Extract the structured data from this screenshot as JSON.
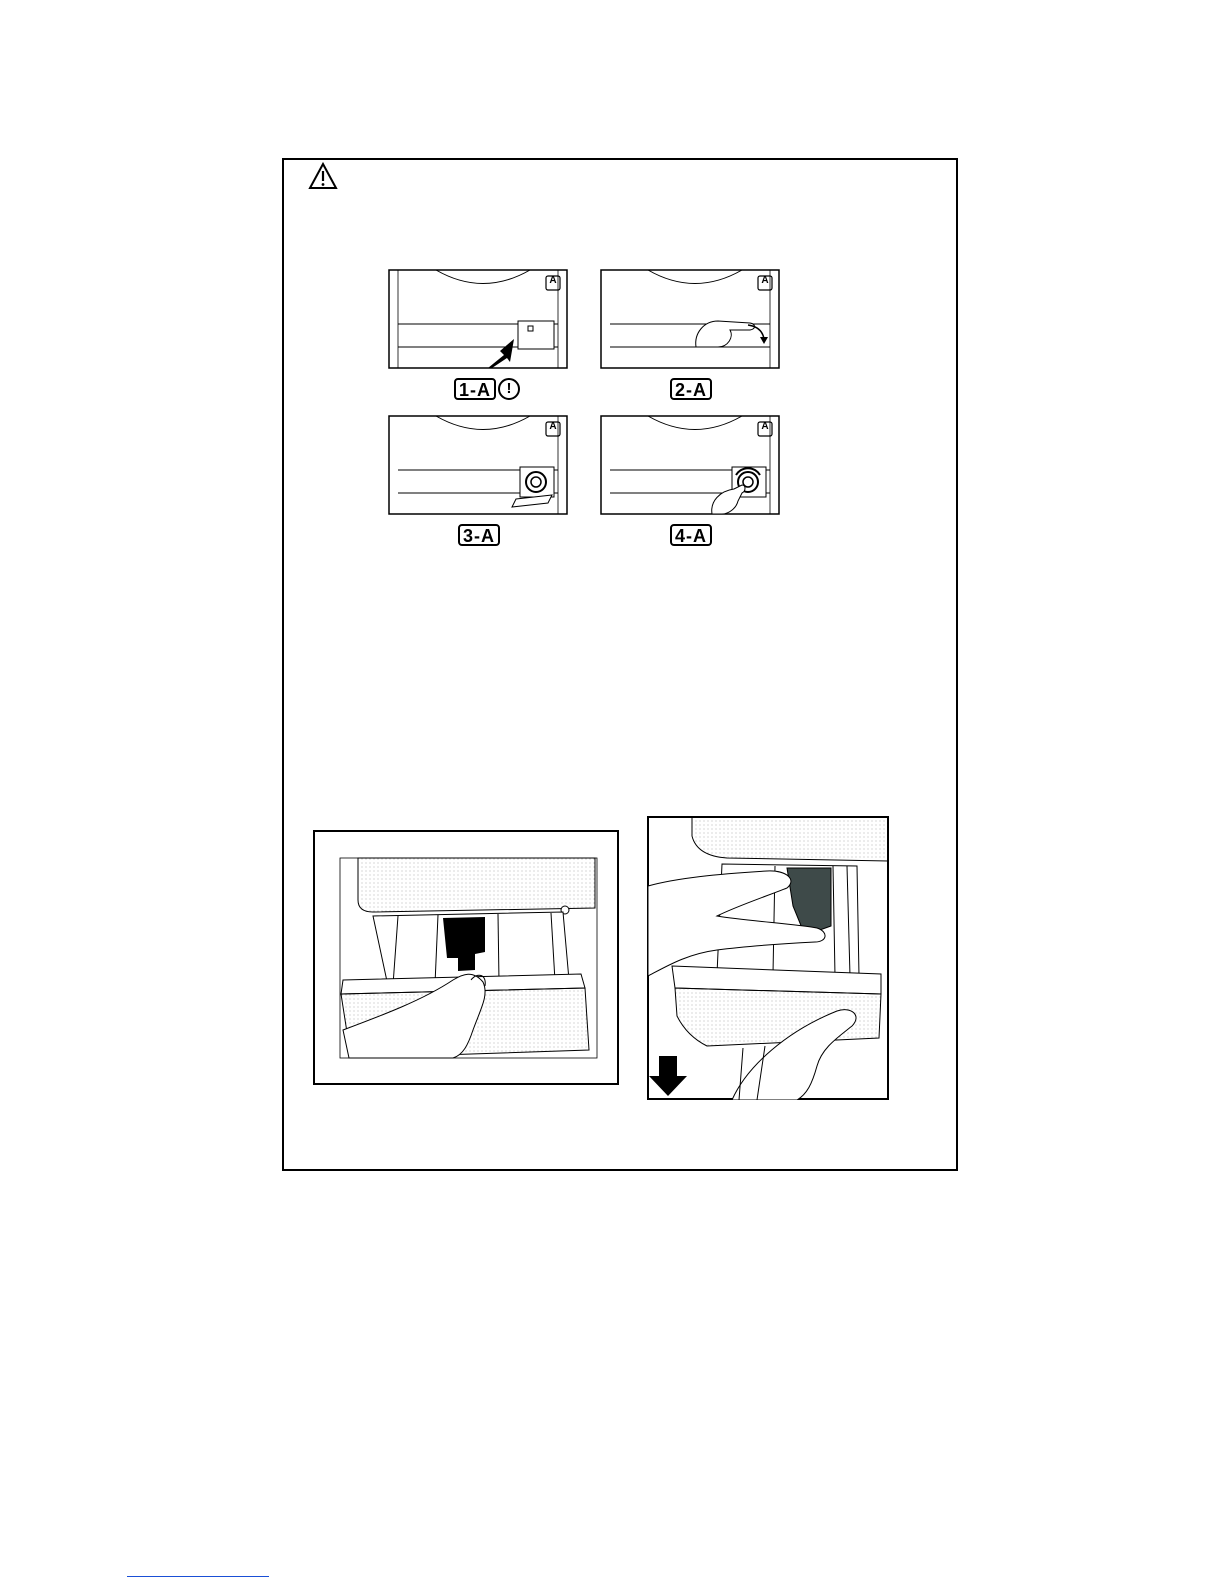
{
  "figures": {
    "step_labels": [
      {
        "text": "1-A"
      },
      {
        "text": "2-A"
      },
      {
        "text": "3-A"
      },
      {
        "text": "4-A"
      }
    ],
    "exclamation": "!",
    "panel_corner_label": "A"
  },
  "icons": {
    "warning": "warning-triangle-icon",
    "attention": "exclamation-circle-icon"
  },
  "colors": {
    "border": "#000000",
    "footer_link_line": "#1a4fd6",
    "siphon_dark": "#3e4a49"
  }
}
